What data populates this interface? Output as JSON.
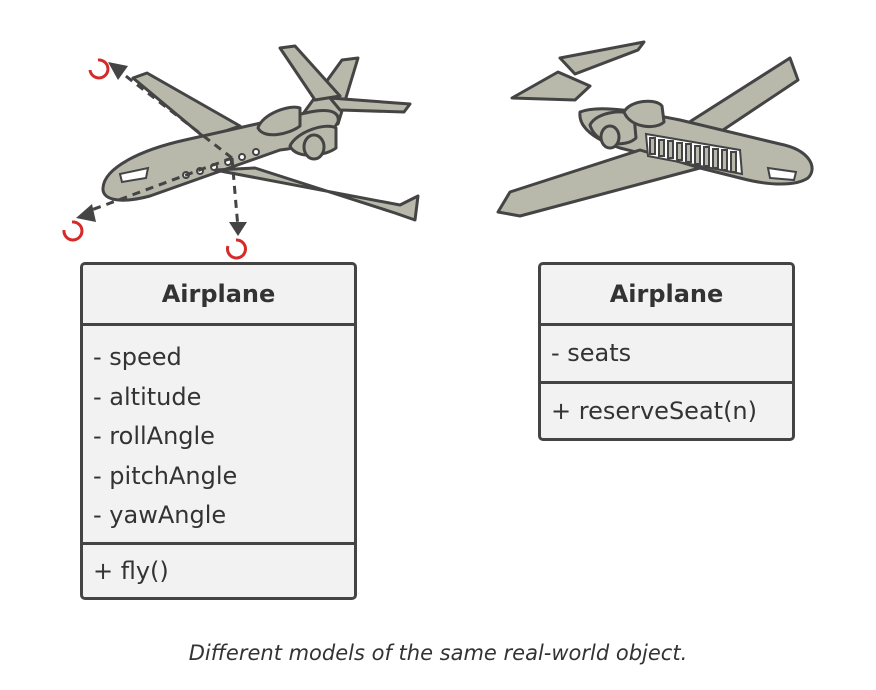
{
  "colors": {
    "outline": "#444444",
    "plane_body": "#b8b8ab",
    "box_fill": "#f2f2f2",
    "arrow_red": "#d62a2a"
  },
  "icons": {
    "left_plane": "airplane-with-flight-axes-icon",
    "right_plane": "airplane-cutaway-seats-icon"
  },
  "left_class": {
    "name": "Airplane",
    "attributes": [
      "- speed",
      "- altitude",
      "- rollAngle",
      "- pitchAngle",
      "- yawAngle"
    ],
    "methods": [
      "+ fly()"
    ]
  },
  "right_class": {
    "name": "Airplane",
    "attributes": [
      "- seats"
    ],
    "methods": [
      "+ reserveSeat(n)"
    ]
  },
  "caption": "Different models of the same real-world object."
}
